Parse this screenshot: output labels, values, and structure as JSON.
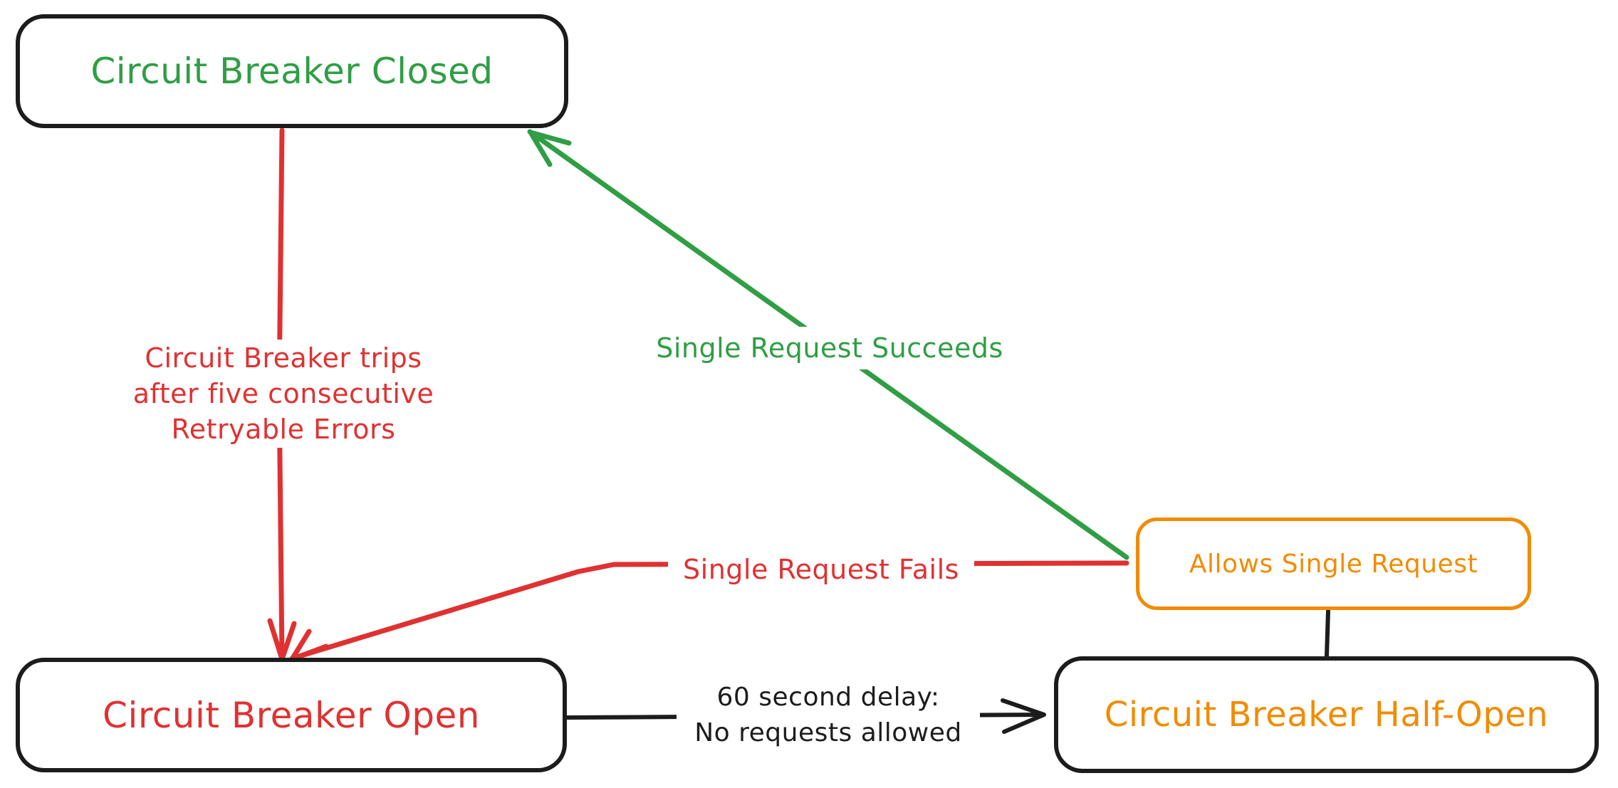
{
  "colors": {
    "canvas_bg": "#ffffff",
    "stroke_black": "#1c1c1c",
    "green": "#2f9e44",
    "red": "#e03131",
    "orange": "#f08c00"
  },
  "nodes": {
    "closed": {
      "label": "Circuit Breaker Closed"
    },
    "open": {
      "label": "Circuit Breaker Open"
    },
    "half_open": {
      "label": "Circuit Breaker Half-Open"
    },
    "allows": {
      "label": "Allows Single Request"
    }
  },
  "edges": {
    "trip": {
      "lines": [
        "Circuit Breaker trips",
        "after five consecutive",
        "Retryable Errors"
      ]
    },
    "succeed": {
      "label": "Single Request Succeeds"
    },
    "fail": {
      "label": "Single Request Fails"
    },
    "delay": {
      "lines": [
        "60 second delay:",
        "No requests allowed"
      ]
    }
  }
}
